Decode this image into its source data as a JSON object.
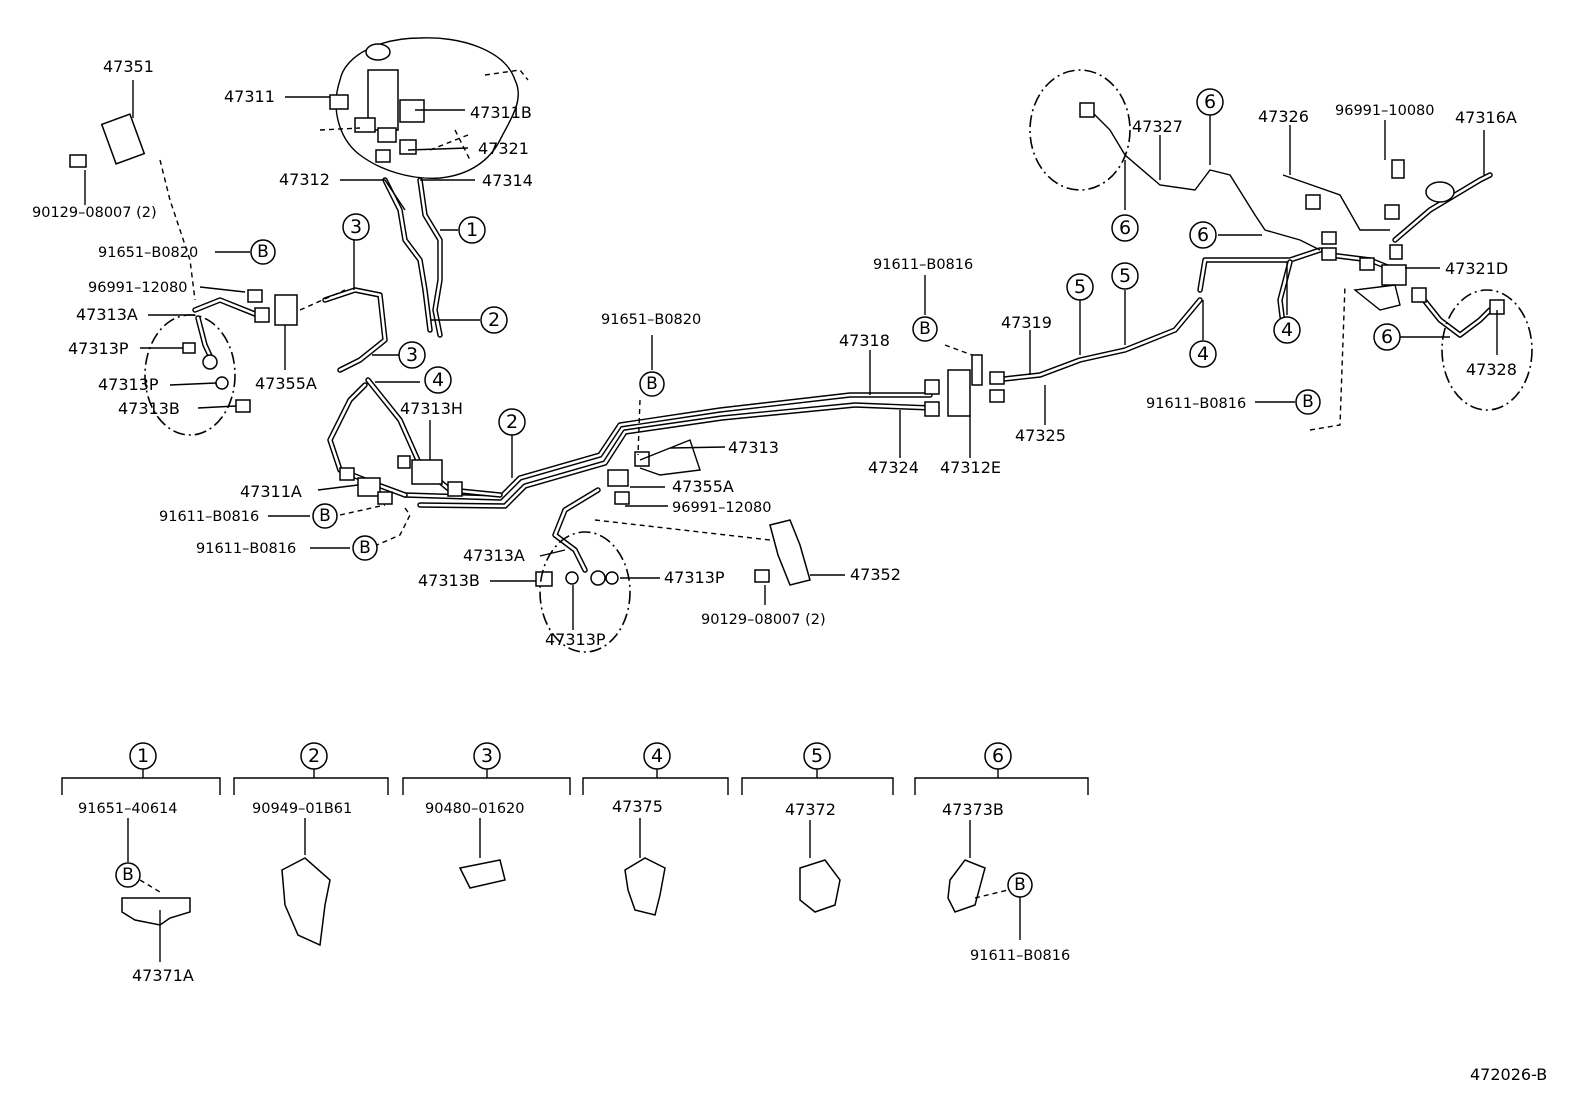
{
  "diagram_code": "472026-B",
  "callout_letter": "B",
  "upper_labels": {
    "p47351": "47351",
    "p47311": "47311",
    "p47311b": "47311B",
    "p47321": "47321",
    "p47312": "47312",
    "p47314": "47314",
    "p90129_l": "90129–08007 (2)",
    "p91651_b0820_l": "91651–B0820",
    "p96991_12080_l": "96991–12080",
    "p47313a_l": "47313A",
    "p47313p_l1": "47313P",
    "p47313p_l2": "47313P",
    "p47313b_l": "47313B",
    "p47355a_l": "47355A",
    "p47313h": "47313H",
    "p47311a": "47311A",
    "p91611_l1": "91611–B0816",
    "p91611_l2": "91611–B0816",
    "p91651_b0820_c": "91651–B0820",
    "p47313": "47313",
    "p47355a_c": "47355A",
    "p96991_12080_c": "96991–12080",
    "p47313a_c": "47313A",
    "p47313b_c": "47313B",
    "p47313p_c1": "47313P",
    "p47313p_c2": "47313P",
    "p90129_c": "90129–08007 (2)",
    "p47352": "47352",
    "p91611_mid": "91611–B0816",
    "p47318": "47318",
    "p47319": "47319",
    "p47324": "47324",
    "p47312e": "47312E",
    "p47325": "47325",
    "p47327": "47327",
    "p47326": "47326",
    "p96991_10080": "96991–10080",
    "p47316a": "47316A",
    "p47321d": "47321D",
    "p47328": "47328",
    "p91611_r": "91611–B0816"
  },
  "circle_callouts": {
    "c1": "1",
    "c2": "2",
    "c3": "3",
    "c4": "4",
    "c5": "5",
    "c6": "6"
  },
  "clamp_table": [
    {
      "num": "1",
      "part": "91651–40614",
      "extra": "47371A"
    },
    {
      "num": "2",
      "part": "90949–01B61",
      "extra": ""
    },
    {
      "num": "3",
      "part": "90480–01620",
      "extra": ""
    },
    {
      "num": "4",
      "part": "47375",
      "extra": ""
    },
    {
      "num": "5",
      "part": "47372",
      "extra": ""
    },
    {
      "num": "6",
      "part": "47373B",
      "extra": "91611–B0816"
    }
  ]
}
